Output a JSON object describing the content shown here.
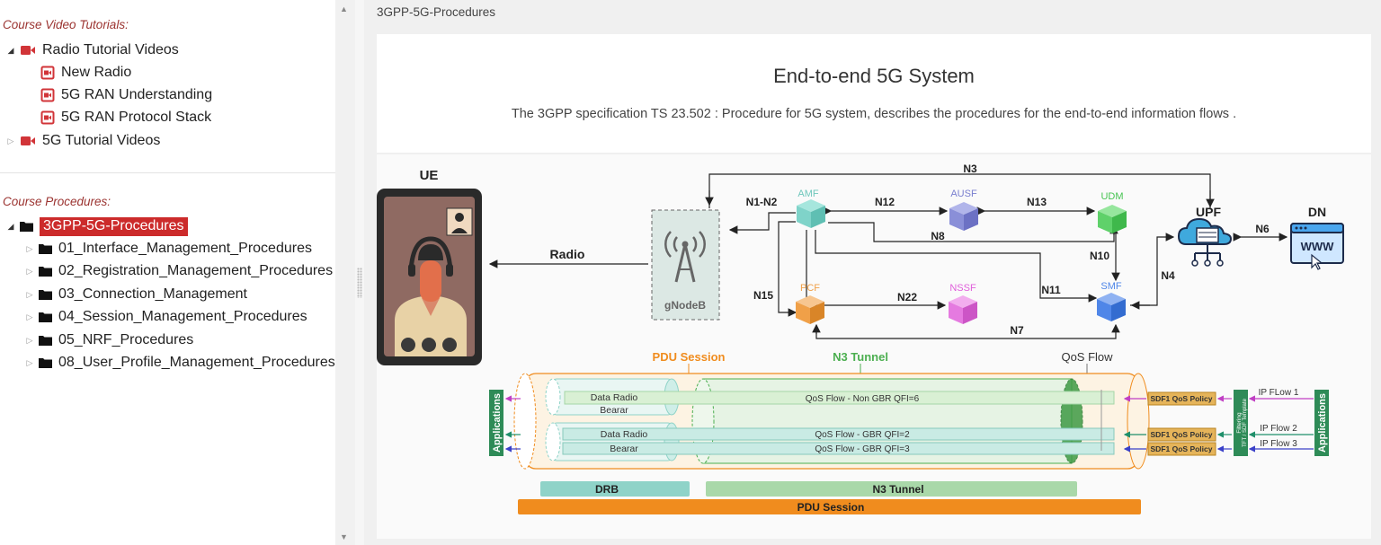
{
  "sidebar": {
    "videos_title": "Course Video Tutorials:",
    "video_tree": [
      {
        "label": "Radio Tutorial Videos",
        "expanded": true
      },
      {
        "label": "New Radio"
      },
      {
        "label": "5G RAN Understanding"
      },
      {
        "label": "5G RAN Protocol Stack"
      },
      {
        "label": "5G Tutorial Videos",
        "expanded": false
      }
    ],
    "procedures_title": "Course Procedures:",
    "procedure_tree": [
      {
        "label": "3GPP-5G-Procedures",
        "selected": true
      },
      {
        "label": "01_Interface_Management_Procedures"
      },
      {
        "label": "02_Registration_Management_Procedures"
      },
      {
        "label": "03_Connection_Management"
      },
      {
        "label": "04_Session_Management_Procedures"
      },
      {
        "label": "05_NRF_Procedures"
      },
      {
        "label": "08_User_Profile_Management_Procedures"
      }
    ]
  },
  "main": {
    "breadcrumb": "3GPP-5G-Procedures",
    "title": "End-to-end 5G System",
    "subtitle": "The 3GPP specification TS 23.502 : Procedure for 5G system, describes the procedures for the end-to-end information flows ."
  },
  "diagram": {
    "ue": "UE",
    "radio": "Radio",
    "gnodeb": "gNodeB",
    "amf": "AMF",
    "ausf": "AUSF",
    "udm": "UDM",
    "pcf": "PCF",
    "nssf": "NSSF",
    "smf": "SMF",
    "upf": "UPF",
    "dn": "DN",
    "www": "WWW",
    "n1n2": "N1-N2",
    "n3": "N3",
    "n4": "N4",
    "n6": "N6",
    "n7": "N7",
    "n8": "N8",
    "n10": "N10",
    "n11": "N11",
    "n12": "N12",
    "n13": "N13",
    "n15": "N15",
    "n22": "N22",
    "pdu_session": "PDU Session",
    "n3_tunnel": "N3 Tunnel",
    "qos_flow": "QoS Flow",
    "data_radio_bearer_1a": "Data Radio",
    "data_radio_bearer_1b": "Bearar",
    "data_radio_bearer_2a": "Data Radio",
    "data_radio_bearer_2b": "Bearar",
    "qos_flow_1": "QoS Flow - Non GBR  QFI=6",
    "qos_flow_2": "QoS Flow - GBR  QFI=2",
    "qos_flow_3": "QoS Flow - GBR  QFI=3",
    "sdf_policy": "SDF1 QoS Policy",
    "ip_flow_1": "IP FLow 1",
    "ip_flow_2": "IP Flow 2",
    "ip_flow_3": "IP Flow 3",
    "applications": "Applications",
    "filtering_1": "Filtering",
    "filtering_2": "TFT / SDF Template",
    "drb": "DRB",
    "n3_tunnel_bar": "N3 Tunnel",
    "pdu_session_bar": "PDU Session"
  },
  "colors": {
    "selected": "#cc2b2b",
    "section": "#9b3330",
    "video_icon": "#d13438",
    "amf": "#7fd3c9",
    "ausf": "#8a8fd8",
    "udm": "#5fd16a",
    "pcf": "#f0a048",
    "nssf": "#e57ae0",
    "smf": "#4f86e8",
    "pdu": "#f08c1e",
    "n3": "#4caf50",
    "drb": "#8fd3c8"
  }
}
